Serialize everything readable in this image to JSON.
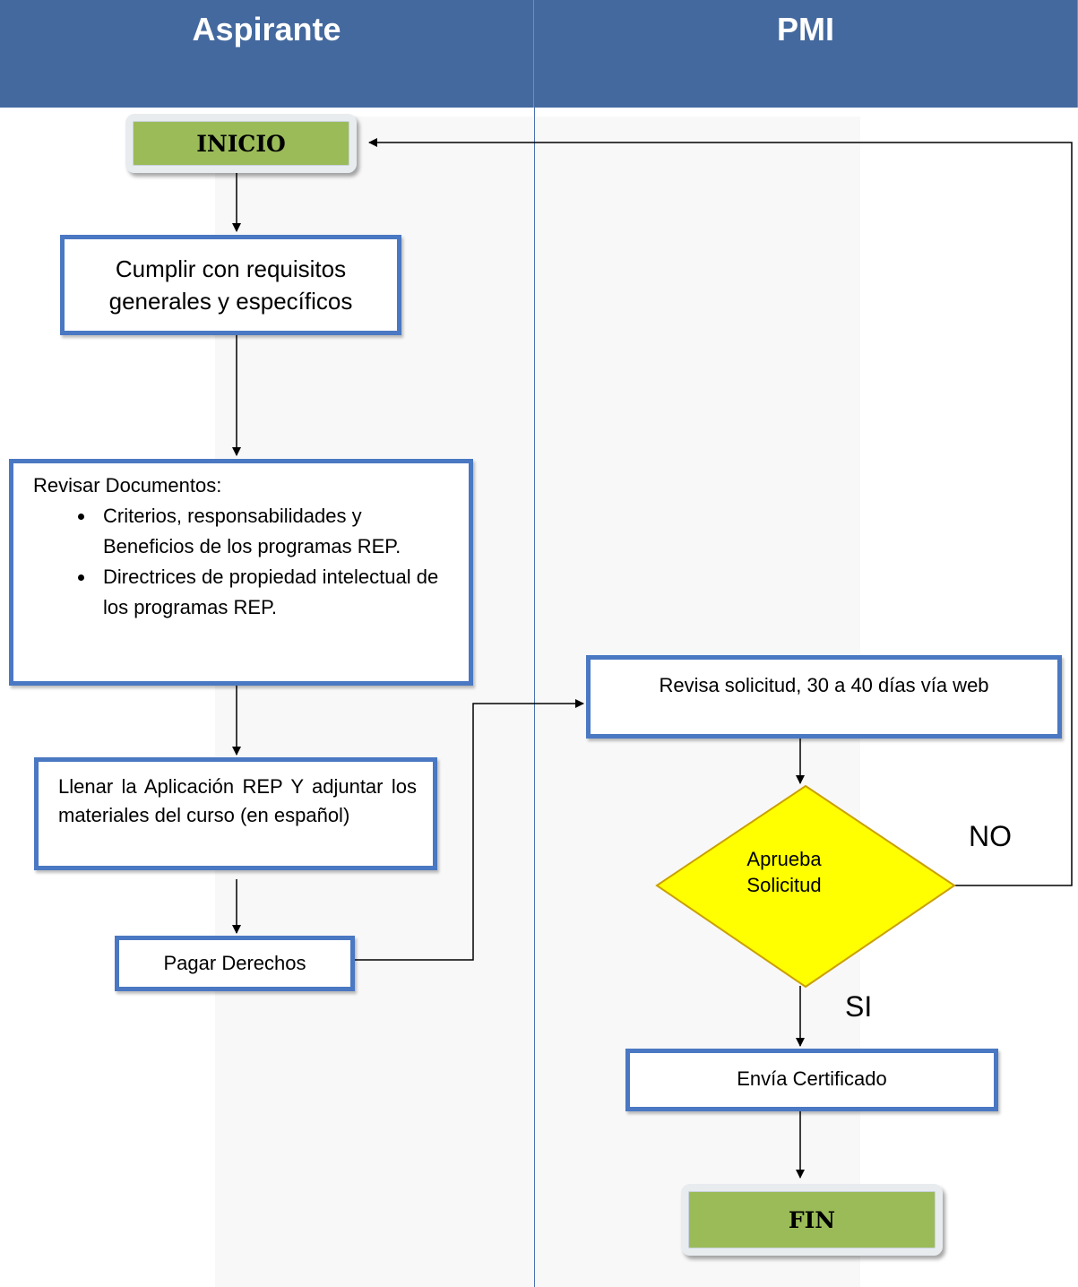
{
  "lanes": {
    "left": "Aspirante",
    "right": "PMI"
  },
  "nodes": {
    "inicio": "INICIO",
    "cumplir": "Cumplir con requisitos generales y específicos",
    "revisar_title": "Revisar Documentos:",
    "revisar_items": [
      "Criterios, responsabilidades y Beneficios  de los programas REP.",
      "Directrices de propiedad intelectual de los programas REP."
    ],
    "llenar": "Llenar la Aplicación REP Y adjuntar los materiales del curso (en español)",
    "pagar": "Pagar Derechos",
    "revisa_solicitud": "Revisa solicitud, 30 a 40 días vía web",
    "aprueba_line1": "Aprueba",
    "aprueba_line2": "Solicitud",
    "envia": "Envía Certificado",
    "fin": "FIN"
  },
  "edge_labels": {
    "no": "NO",
    "si": "SI"
  },
  "colors": {
    "header": "#44699e",
    "box_border": "#4a78c2",
    "terminal": "#9bbb59",
    "decision": "#ffff00"
  }
}
